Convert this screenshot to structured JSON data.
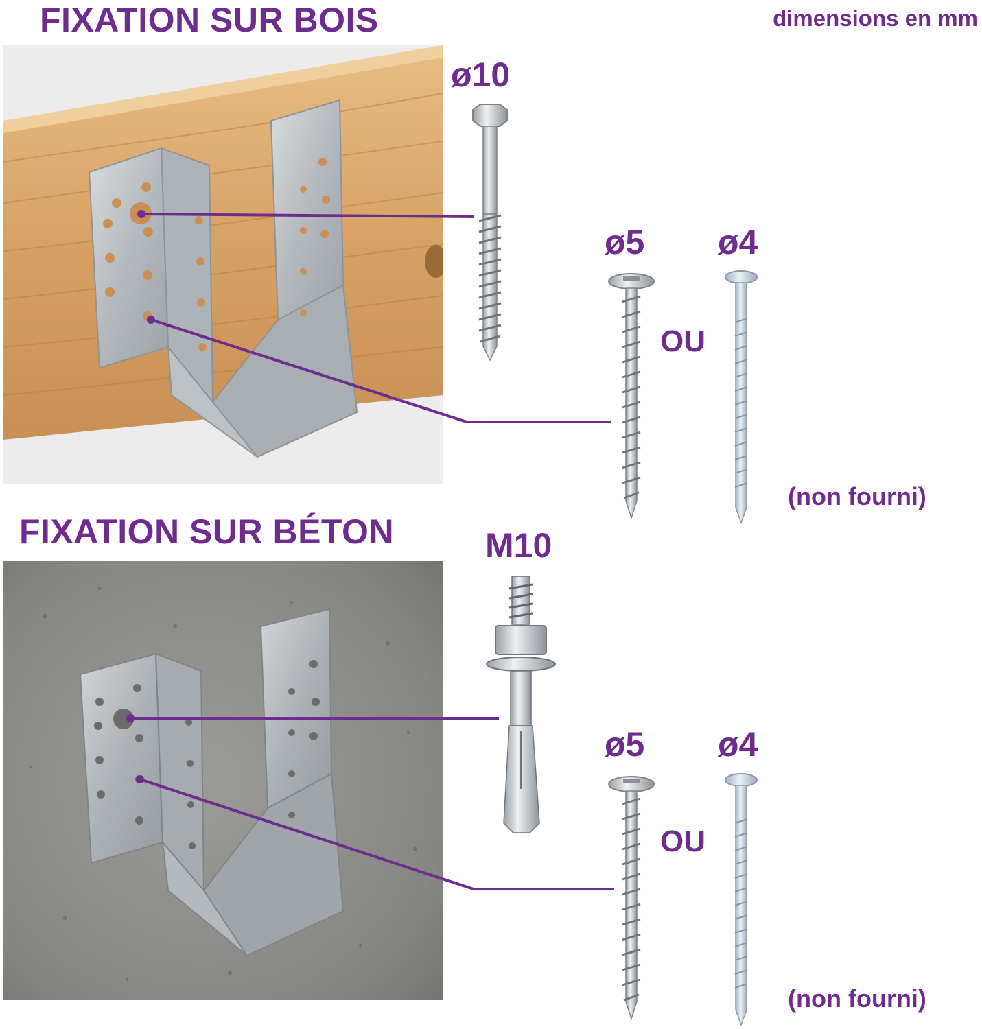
{
  "wood_section": {
    "title": "FIXATION SUR BOIS",
    "lag_screw_label": "ø10",
    "screw_label": "ø5",
    "or_label": "OU",
    "nail_label": "ø4",
    "note": "(non fourni)"
  },
  "concrete_section": {
    "title": "FIXATION SUR BÉTON",
    "anchor_label": "M10",
    "screw_label": "ø5",
    "or_label": "OU",
    "nail_label": "ø4",
    "note": "(non fourni)"
  },
  "units_label": "dimensions en mm",
  "colors": {
    "accent": "#6f2c8f",
    "wood": "#d8a468",
    "concrete": "#8a8a88",
    "steel": "#c4c8cc"
  },
  "icons": [
    "joist-hanger-bracket",
    "lag-screw",
    "wood-screw",
    "ring-shank-nail",
    "wedge-anchor-bolt"
  ]
}
